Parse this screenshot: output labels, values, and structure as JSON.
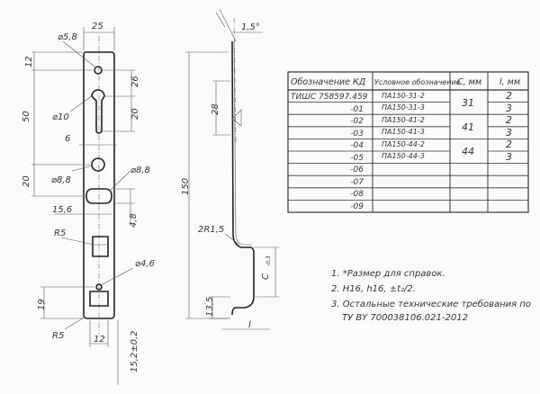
{
  "front_dims": {
    "width": "25",
    "hole_top": "⌀5,8",
    "top_offset": "12",
    "keyhole_dia": "⌀10",
    "span_50": "50",
    "dim_26": "26",
    "dim_20a": "20",
    "slot_6": "6",
    "hole_mid": "⌀8,8",
    "dim_20b": "20",
    "oval_len": "15,6",
    "oval_w": "4,8",
    "oval_dia": "⌀8,8",
    "radius_top": "R5",
    "hole_low": "⌀4,6",
    "dim_19": "19",
    "radius_bottom": "R5",
    "dim_12": "12",
    "thickness": "15,2±0,2"
  },
  "side_dims": {
    "angle": "1,5°",
    "length": "150",
    "dim_28": "28",
    "bend_radius": "2R1,5",
    "c_dim": "C",
    "c_tol": "-0,3",
    "dim_13_5": "13,5",
    "l_dim": "l"
  },
  "table": {
    "headers": [
      "Обозначение КД",
      "Условное обозначение",
      "C, мм",
      "l, мм"
    ],
    "rows": [
      {
        "kd": "ТИШС 758597.459",
        "cond": "ПА150-31-2",
        "l": "2"
      },
      {
        "kd": "-01",
        "cond": "ПА150-31-3",
        "l": "3"
      },
      {
        "kd": "-02",
        "cond": "ПА150-41-2",
        "l": "2"
      },
      {
        "kd": "-03",
        "cond": "ПА150-41-3",
        "l": "3"
      },
      {
        "kd": "-04",
        "cond": "ПА150-44-2",
        "l": "2"
      },
      {
        "kd": "-05",
        "cond": "ПА150-44-3",
        "l": "3"
      },
      {
        "kd": "-06",
        "cond": "",
        "l": ""
      },
      {
        "kd": "-07",
        "cond": "",
        "l": ""
      },
      {
        "kd": "-08",
        "cond": "",
        "l": ""
      },
      {
        "kd": "-09",
        "cond": "",
        "l": ""
      }
    ],
    "c_values": [
      "31",
      "41",
      "44"
    ]
  },
  "notes": [
    "1. *Размер для справок.",
    "2. H16, h16, ±t₂/2.",
    "3. Остальные технические требования по",
    "ТУ BY 700038106.021-2012"
  ]
}
